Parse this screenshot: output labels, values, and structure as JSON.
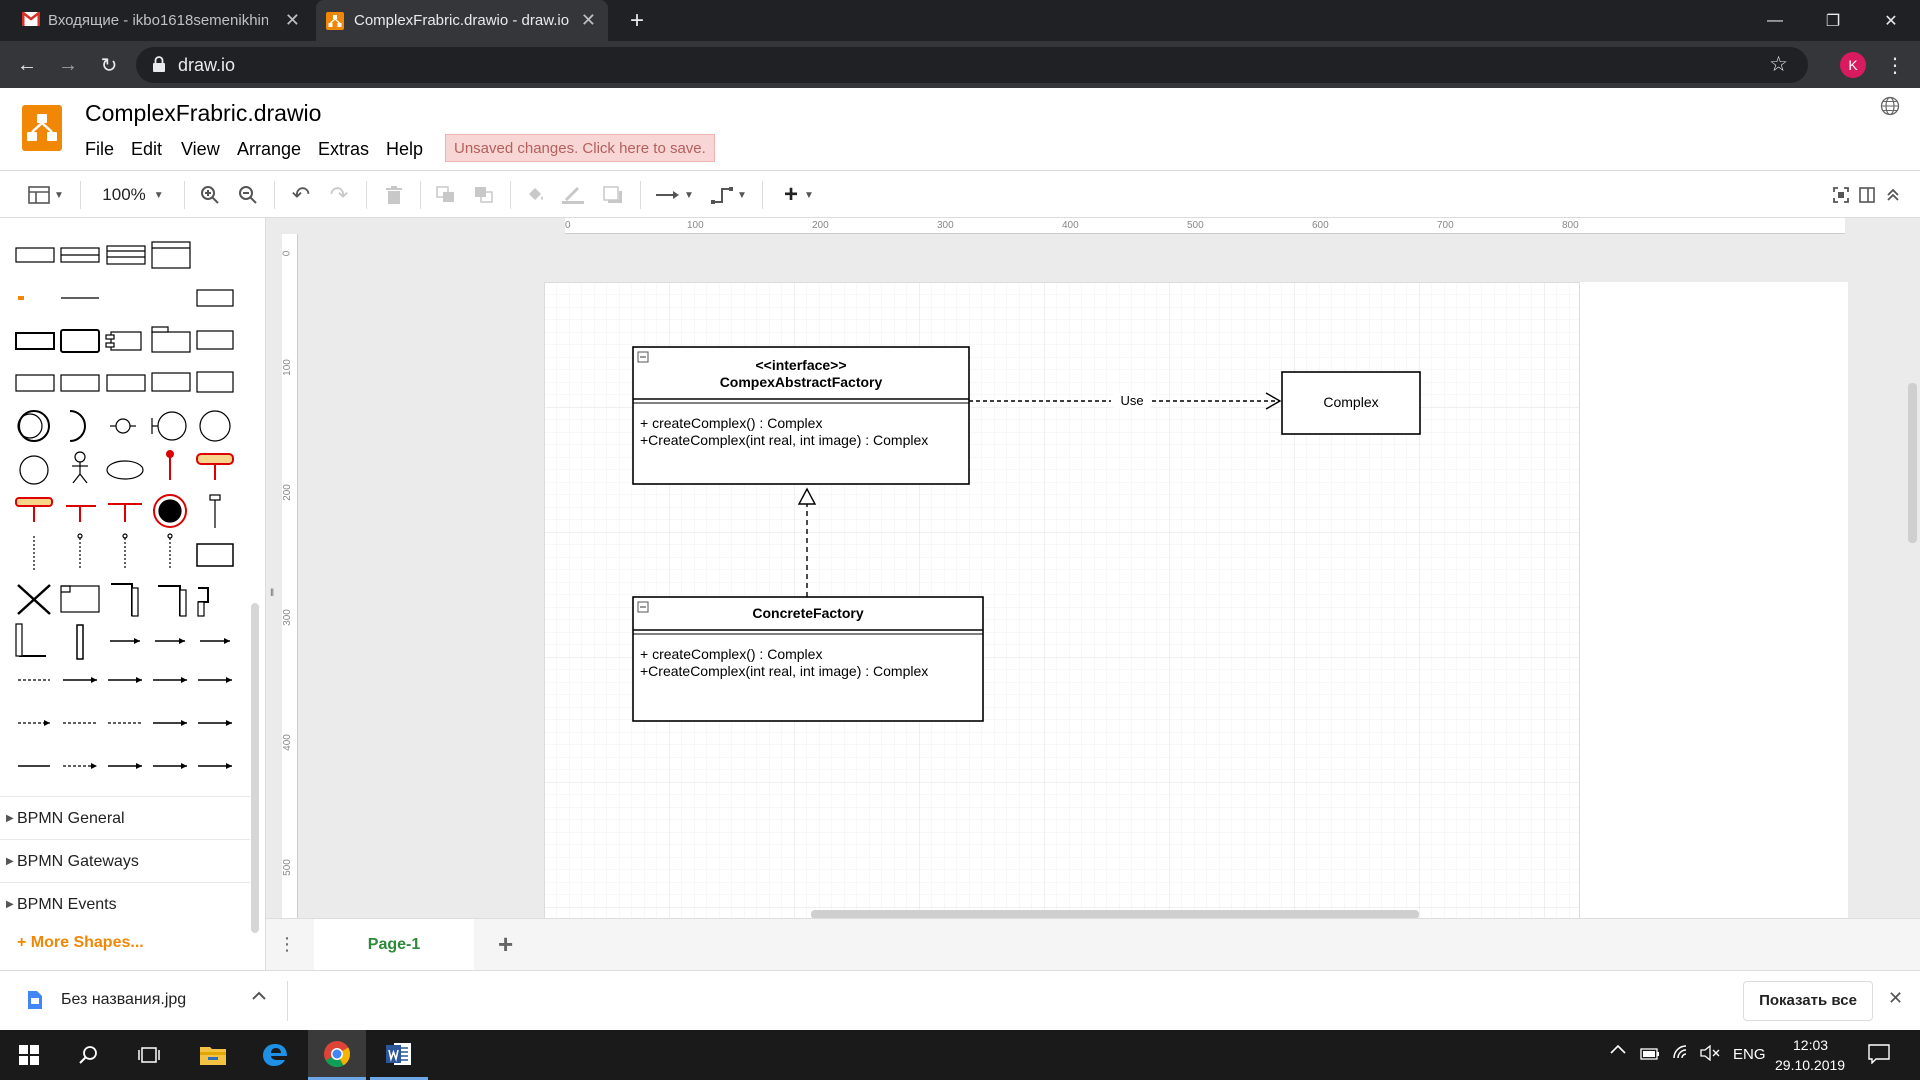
{
  "browser": {
    "tabs": [
      {
        "title": "Входящие - ikbo1618semenikhin",
        "active": false
      },
      {
        "title": "ComplexFrabric.drawio - draw.io",
        "active": true
      }
    ],
    "url": "draw.io",
    "profile_initial": "K"
  },
  "app": {
    "doc_title": "ComplexFrabric.drawio",
    "menus": [
      "File",
      "Edit",
      "View",
      "Arrange",
      "Extras",
      "Help"
    ],
    "unsaved_message": "Unsaved changes. Click here to save.",
    "zoom": "100%"
  },
  "sidebar": {
    "sections": [
      "BPMN General",
      "BPMN Gateways",
      "BPMN Events"
    ],
    "more_shapes": "+ More Shapes..."
  },
  "rulers": {
    "horizontal": [
      "0",
      "100",
      "200",
      "300",
      "400",
      "500",
      "600",
      "700",
      "800"
    ],
    "vertical": [
      "0",
      "100",
      "200",
      "300",
      "400",
      "500"
    ]
  },
  "diagram": {
    "interface_box": {
      "stereotype": "<<interface>>",
      "name": "CompexAbstractFactory",
      "methods": [
        "+ createComplex() : Complex",
        "+CreateComplex(int real, int image) : Complex"
      ]
    },
    "concrete_box": {
      "name": "ConcreteFactory",
      "methods": [
        "+ createComplex() : Complex",
        "+CreateComplex(int real, int image) : Complex"
      ]
    },
    "complex_box": {
      "name": "Complex"
    },
    "use_label": "Use"
  },
  "pages": {
    "active": "Page-1"
  },
  "download_bar": {
    "file": "Без названия.jpg",
    "show_all": "Показать все"
  },
  "taskbar": {
    "lang": "ENG",
    "time": "12:03",
    "date": "29.10.2019"
  }
}
